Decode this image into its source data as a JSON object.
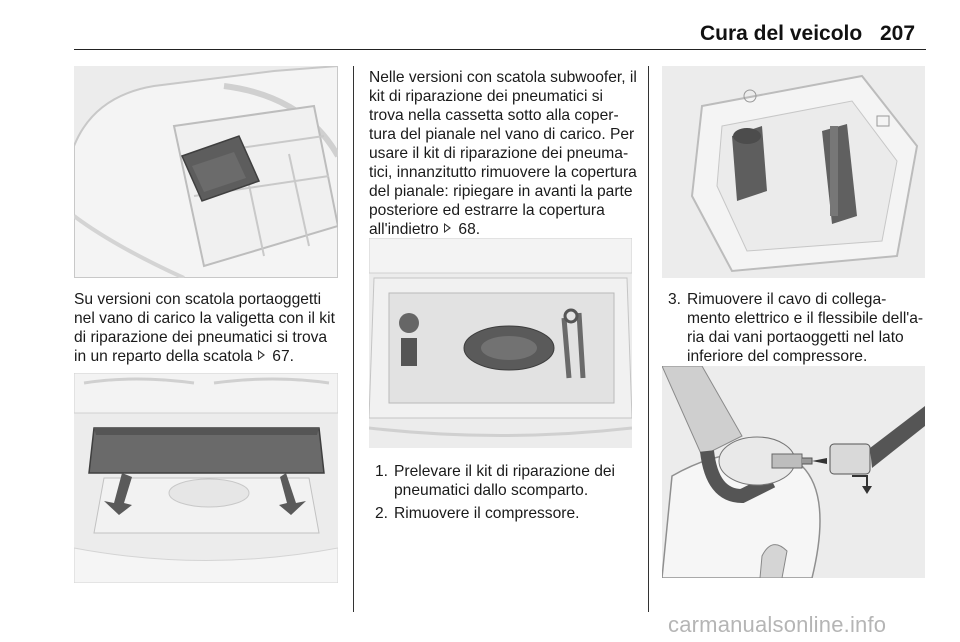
{
  "header": {
    "title": "Cura del veicolo",
    "page_number": "207"
  },
  "col1": {
    "para1": {
      "text": "Su versioni con scatola portaoggetti nel vano di carico la valigetta con il kit di riparazione dei pneumatici si trova in un reparto della scatola",
      "ref": "67."
    }
  },
  "col2": {
    "para1": {
      "text": "Nelle versioni con scatola subwoofer, il kit di riparazione dei pneumatici si trova nella cassetta sotto alla coper­tura del pianale nel vano di carico. Per usare il kit di riparazione dei pneuma­tici, innanzitutto rimuovere la coper­tura del pianale: ripiegare in avanti la parte posteriore ed estrarre la coper­tura all'indietro",
      "ref": "68."
    },
    "steps": [
      {
        "num": "1.",
        "lines": [
          "Prelevare il kit di riparazione dei",
          "pneumatici dallo scomparto."
        ]
      },
      {
        "num": "2.",
        "lines": [
          "Rimuovere il compressore."
        ]
      }
    ]
  },
  "col3": {
    "steps": [
      {
        "num": "3.",
        "lines": [
          "Rimuovere il cavo di collega-",
          "mento elettrico e il flessibile dell'a-",
          "ria dai vani portaoggetti nel lato",
          "inferiore del compressore."
        ]
      }
    ]
  },
  "watermark": "carmanualsonline.info"
}
